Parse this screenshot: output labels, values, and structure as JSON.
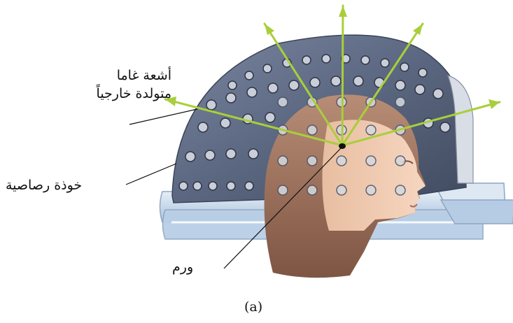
{
  "labels": {
    "gamma_rays_line1": "أشعة غاما",
    "gamma_rays_line2": "متولدة خارجياً",
    "lead_helmet": "خوذة رصاصية",
    "tumor": "ورم"
  },
  "caption": "(a)",
  "colors": {
    "helmet": "#5b6780",
    "beam": "#a8cf3a",
    "base_plate": "#c4d6ea",
    "hair": "#9a6f5a",
    "skin": "#f0c9ae"
  }
}
